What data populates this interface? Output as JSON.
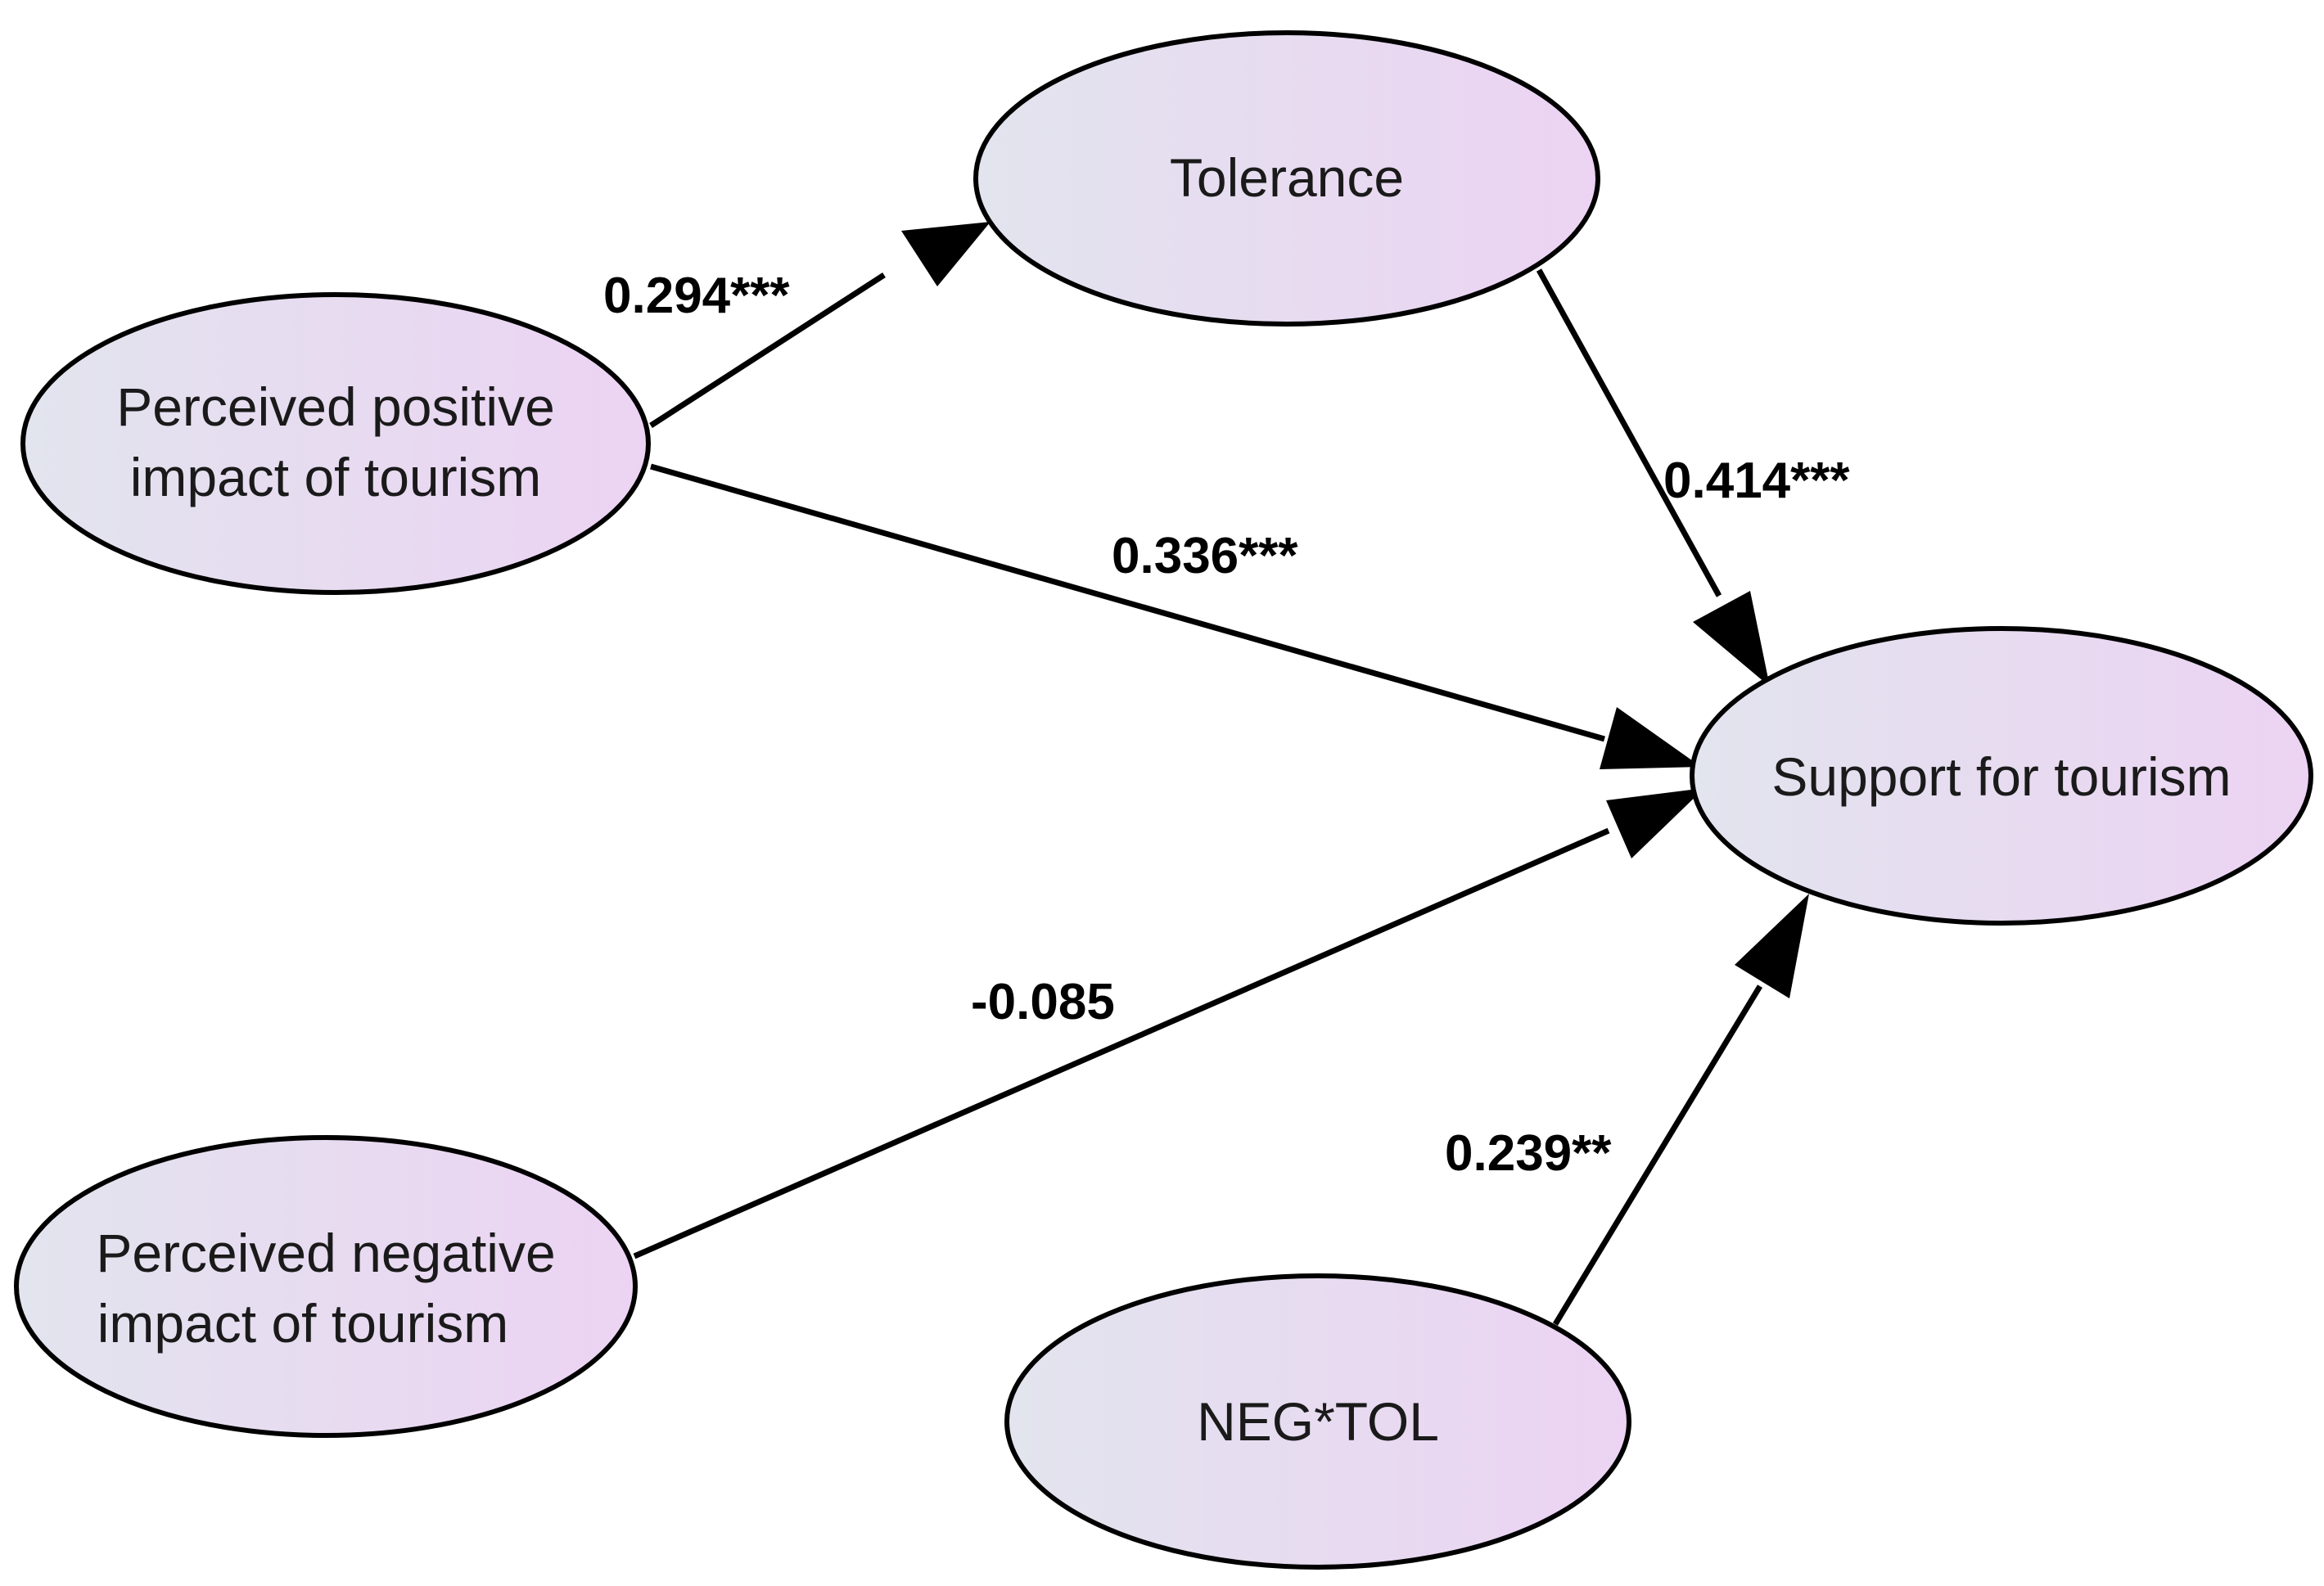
{
  "nodes": {
    "positive": {
      "line1": "Perceived positive",
      "line2": "impact of tourism"
    },
    "tolerance": {
      "label": "Tolerance"
    },
    "support": {
      "label": "Support for tourism"
    },
    "negative": {
      "line1": "Perceived negative",
      "line2": "impact of tourism"
    },
    "interaction": {
      "label": "NEG*TOL"
    }
  },
  "edges": {
    "positive_to_tolerance": {
      "coefficient": "0.294***"
    },
    "positive_to_support": {
      "coefficient": "0.336***"
    },
    "tolerance_to_support": {
      "coefficient": "0.414***"
    },
    "negative_to_support": {
      "coefficient": "-0.085"
    },
    "interaction_to_support": {
      "coefficient": "0.239**"
    }
  },
  "colors": {
    "node_fill_start": "#e2e4ee",
    "node_fill_end": "#ecd3f3",
    "stroke": "#000000"
  }
}
